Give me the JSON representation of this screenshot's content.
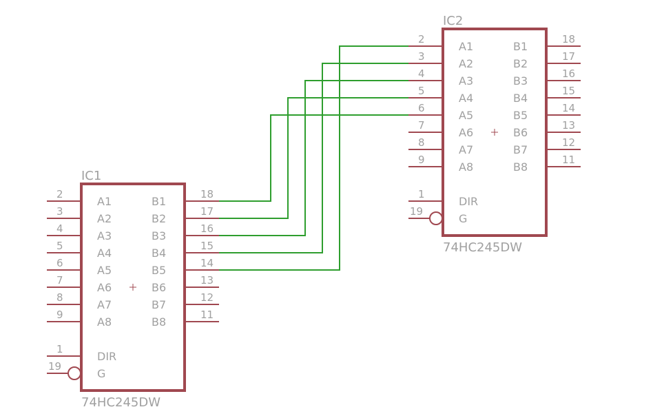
{
  "ic1": {
    "name": "IC1",
    "value": "74HC245DW",
    "left_pins": [
      {
        "num": "2",
        "label": "A1"
      },
      {
        "num": "3",
        "label": "A2"
      },
      {
        "num": "4",
        "label": "A3"
      },
      {
        "num": "5",
        "label": "A4"
      },
      {
        "num": "6",
        "label": "A5"
      },
      {
        "num": "7",
        "label": "A6"
      },
      {
        "num": "8",
        "label": "A7"
      },
      {
        "num": "9",
        "label": "A8"
      }
    ],
    "right_pins": [
      {
        "num": "18",
        "label": "B1"
      },
      {
        "num": "17",
        "label": "B2"
      },
      {
        "num": "16",
        "label": "B3"
      },
      {
        "num": "15",
        "label": "B4"
      },
      {
        "num": "14",
        "label": "B5"
      },
      {
        "num": "13",
        "label": "B6"
      },
      {
        "num": "12",
        "label": "B7"
      },
      {
        "num": "11",
        "label": "B8"
      }
    ],
    "ctrl_pins": [
      {
        "num": "1",
        "label": "DIR"
      },
      {
        "num": "19",
        "label": "G"
      }
    ]
  },
  "ic2": {
    "name": "IC2",
    "value": "74HC245DW",
    "left_pins": [
      {
        "num": "2",
        "label": "A1"
      },
      {
        "num": "3",
        "label": "A2"
      },
      {
        "num": "4",
        "label": "A3"
      },
      {
        "num": "5",
        "label": "A4"
      },
      {
        "num": "6",
        "label": "A5"
      },
      {
        "num": "7",
        "label": "A6"
      },
      {
        "num": "8",
        "label": "A7"
      },
      {
        "num": "9",
        "label": "A8"
      }
    ],
    "right_pins": [
      {
        "num": "18",
        "label": "B1"
      },
      {
        "num": "17",
        "label": "B2"
      },
      {
        "num": "16",
        "label": "B3"
      },
      {
        "num": "15",
        "label": "B4"
      },
      {
        "num": "14",
        "label": "B5"
      },
      {
        "num": "13",
        "label": "B6"
      },
      {
        "num": "12",
        "label": "B7"
      },
      {
        "num": "11",
        "label": "B8"
      }
    ],
    "ctrl_pins": [
      {
        "num": "1",
        "label": "DIR"
      },
      {
        "num": "19",
        "label": "G"
      }
    ]
  },
  "colors": {
    "body": "#a04850",
    "wire": "#2e9e2e",
    "text": "#a0a0a0"
  }
}
